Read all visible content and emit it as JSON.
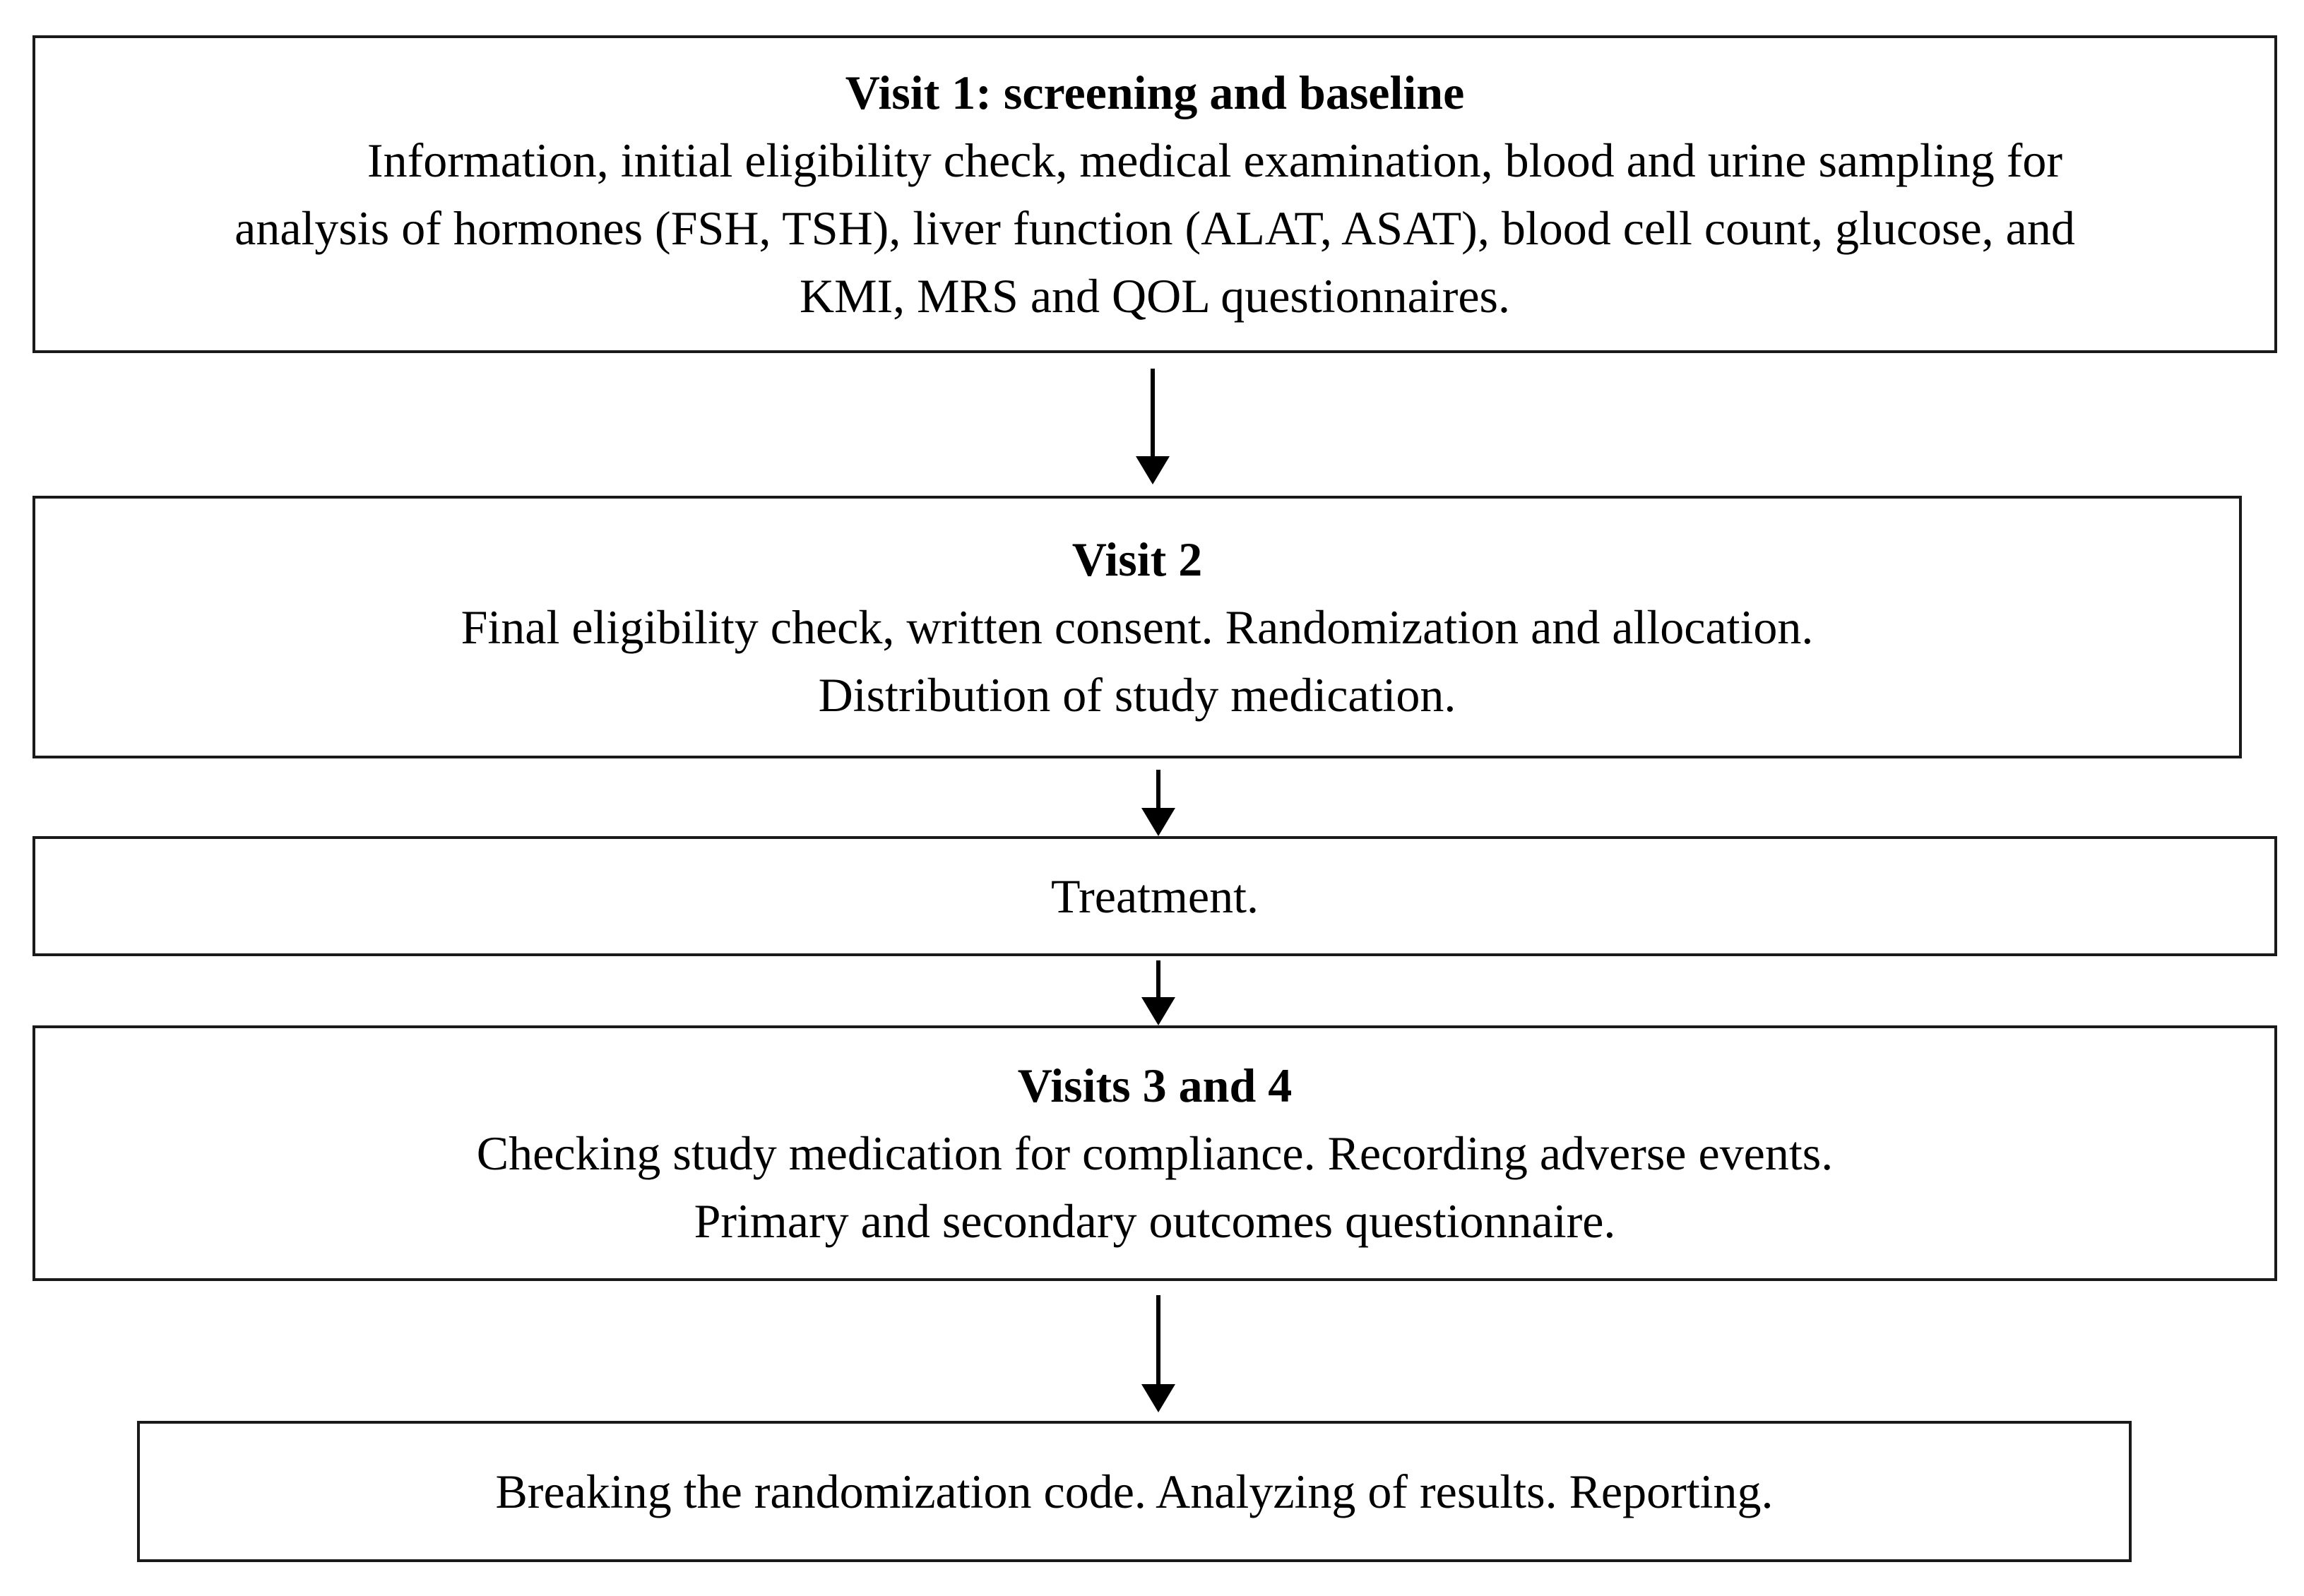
{
  "flowchart": {
    "steps": [
      {
        "title": "Visit 1: screening and baseline",
        "lines": [
          "Information, initial eligibility check, medical examination, blood and urine sampling for",
          "analysis of hormones (FSH, TSH), liver function (ALAT, ASAT), blood cell count, glucose, and",
          "KMI, MRS and QOL questionnaires."
        ]
      },
      {
        "title": "Visit 2",
        "lines": [
          "Final eligibility check, written consent. Randomization and allocation.",
          "Distribution of study medication."
        ]
      },
      {
        "title": "",
        "lines": [
          "Treatment."
        ]
      },
      {
        "title": "Visits 3 and 4",
        "lines": [
          "Checking study medication for compliance. Recording adverse events.",
          "Primary and secondary outcomes questionnaire."
        ]
      },
      {
        "title": "",
        "lines": [
          "Breaking the randomization code. Analyzing of results. Reporting."
        ]
      }
    ],
    "colors": {
      "border": "#1a1a1a",
      "arrow": "#000000",
      "background": "#ffffff"
    }
  }
}
